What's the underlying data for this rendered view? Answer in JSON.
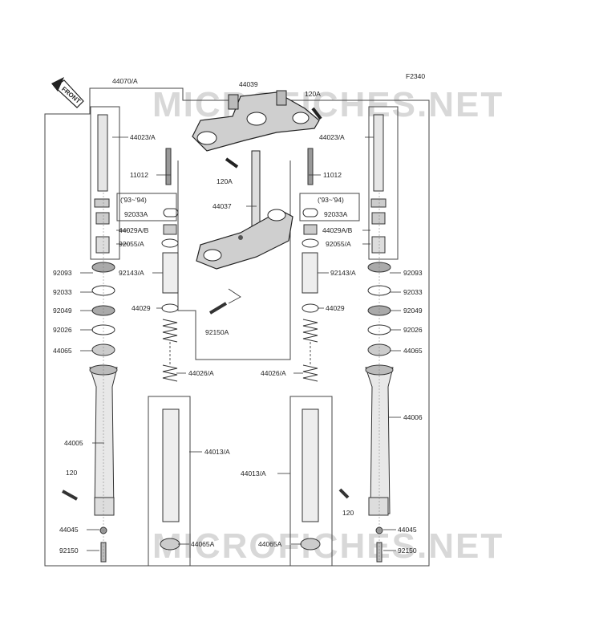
{
  "figure_code": "F2340",
  "front_arrow_label": "FRONT",
  "watermark": "MICROFICHES.NET",
  "labels": {
    "l44070A": "44070/A",
    "l44039": "44039",
    "l120A_top": "120A",
    "l44023A_left": "44023/A",
    "l44023A_right": "44023/A",
    "l11012_left": "11012",
    "l11012_right": "11012",
    "l120A_mid": "120A",
    "l93_94_left": "('93~'94)",
    "l93_94_right": "('93~'94)",
    "l44037": "44037",
    "l92033A_left": "92033A",
    "l92033A_right": "92033A",
    "l44029AB_left": "44029A/B",
    "l44029AB_right": "44029A/B",
    "l92055A_left": "92055/A",
    "l92055A_right": "92055/A",
    "l92093_left": "92093",
    "l92093_right": "92093",
    "l92143A_left": "92143/A",
    "l92143A_right": "92143/A",
    "l92033_left": "92033",
    "l92033_right": "92033",
    "l92049_left": "92049",
    "l92049_right": "92049",
    "l44029_left": "44029",
    "l44029_right": "44029",
    "l92150A": "92150A",
    "l92026_left": "92026",
    "l92026_right": "92026",
    "l44065_left": "44065",
    "l44065_right": "44065",
    "l44026A_left": "44026/A",
    "l44026A_right": "44026/A",
    "l44006": "44006",
    "l44005": "44005",
    "l44013A_left": "44013/A",
    "l44013A_right": "44013/A",
    "l120_left": "120",
    "l120_right": "120",
    "l44045_left": "44045",
    "l44045_right": "44045",
    "l44065A_left": "44065A",
    "l44065A_right": "44065A",
    "l92150_left": "92150",
    "l92150_right": "92150"
  }
}
